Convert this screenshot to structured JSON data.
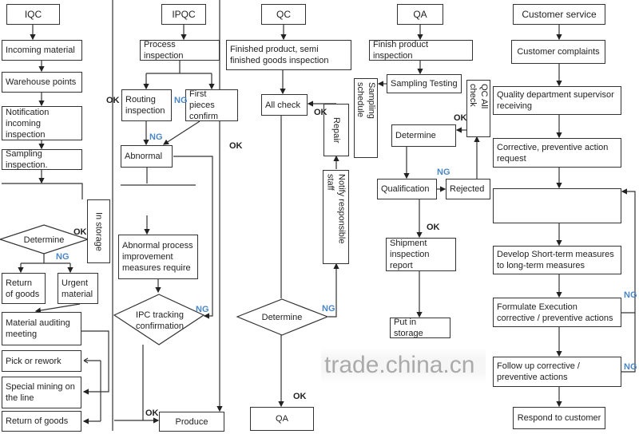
{
  "watermark": "trade.china.cn",
  "columns": {
    "iqc": {
      "header": "IQC",
      "incoming_material": "Incoming material",
      "warehouse_points": "Warehouse points",
      "notification": "Notification incoming inspection",
      "sampling": "Sampling inspection.",
      "determine": "Determine",
      "in_storage": "In storage",
      "return_goods_1": "Return of goods",
      "urgent_material": "Urgent material",
      "material_auditing": "Material auditing meeting",
      "pick_rework": "Pick or rework",
      "special_mining": "Special mining on the line",
      "return_goods_2": "Return of goods"
    },
    "ipqc": {
      "header": "IPQC",
      "process_inspection": "Process inspection",
      "routing_inspection": "Routing inspection",
      "first_pieces": "First pieces confirm",
      "abnormal": "Abnormal",
      "abnormal_process": "Abnormal process improvement measures require",
      "ipc_tracking": "IPC tracking confirmation",
      "produce": "Produce"
    },
    "qc": {
      "header": "QC",
      "finished_product": "Finished product, semi finished goods inspection",
      "all_check": "All check",
      "repair": "Repair",
      "notify_staff": "Notify responsible staff",
      "determine": "Determine",
      "qa": "QA"
    },
    "qa": {
      "header": "QA",
      "finish_inspection": "Finish product inspection",
      "sampling_testing": "Sampling Testing",
      "sampling_schedule": "Sampling schedule",
      "qc_all_check": "QC All check",
      "determine": "Determine",
      "qualification": "Qualification",
      "rejected": "Rejected",
      "shipment_report": "Shipment inspection report",
      "put_in_storage": "Put in storage"
    },
    "cs": {
      "header": "Customer service",
      "complaints": "Customer complaints",
      "supervisor": "Quality department supervisor receiving",
      "corrective_request": "Corrective, preventive action request",
      "develop": "Develop Short-term measures to long-term measures",
      "formulate": "Formulate Execution corrective / preventive actions",
      "follow_up": "Follow up corrective / preventive actions",
      "respond": "Respond to customer"
    }
  },
  "labels": {
    "ok": "OK",
    "ng": "NG"
  }
}
